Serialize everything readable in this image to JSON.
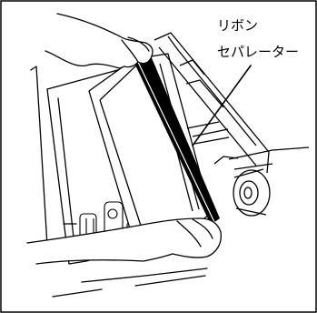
{
  "figure": {
    "type": "technical-illustration",
    "callout": {
      "line1": "リボン",
      "line2": "セパレーター"
    },
    "colors": {
      "line": "#000000",
      "background": "#ffffff",
      "ribbon": "#000000"
    }
  }
}
